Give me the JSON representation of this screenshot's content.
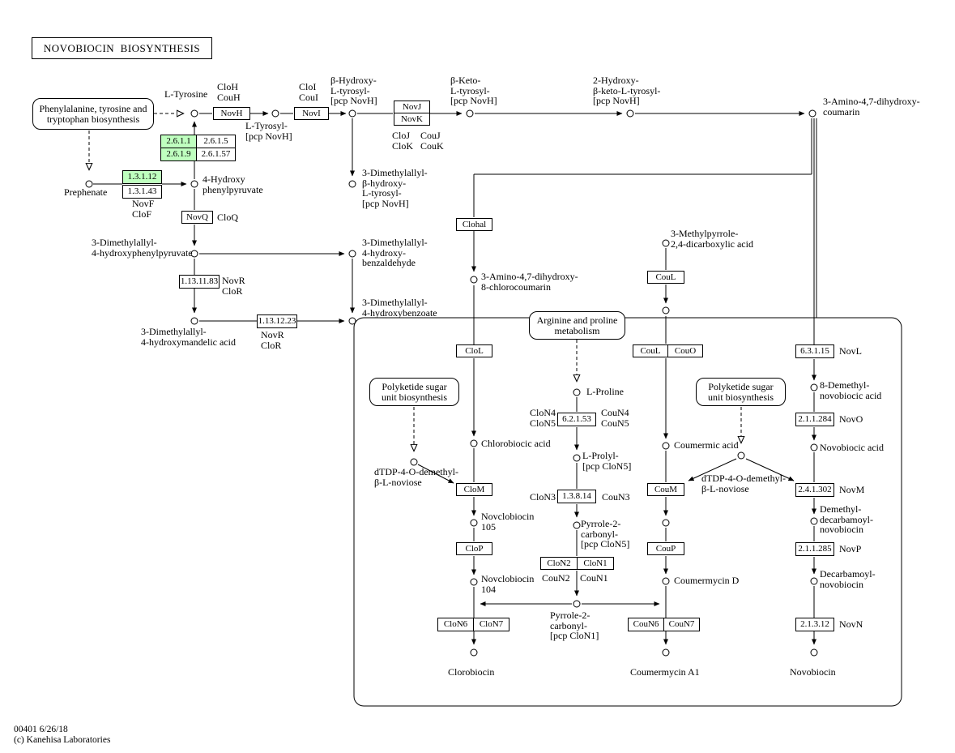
{
  "title": "NOVOBIOCIN  BIOSYNTHESIS",
  "footer": {
    "id_date": "00401 6/26/18",
    "copyright": "(c) Kanehisa Laboratories"
  },
  "colors": {
    "background": "#ffffff",
    "line": "#000000",
    "highlight_green": "#BFFFBF",
    "box_background": "#ffffff"
  },
  "highlighted_enzymes": [
    "2.6.1.1",
    "2.6.1.9",
    "1.3.1.12"
  ],
  "pathway_links": {
    "phe_trp": "Phenylalanine, tyrosine and\ntryptophan biosynthesis",
    "arg_pro": "Arginine and proline\nmetabolism",
    "polyketide_left": "Polyketide sugar\nunit biosynthesis",
    "polyketide_right": "Polyketide sugar\nunit biosynthesis"
  },
  "enzyme_boxes": {
    "novH": "NovH",
    "novI": "NovI",
    "novJ": "NovJ",
    "novK": "NovK",
    "ec_2_6_1_1": "2.6.1.1",
    "ec_2_6_1_5": "2.6.1.5",
    "ec_2_6_1_9": "2.6.1.9",
    "ec_2_6_1_57": "2.6.1.57",
    "ec_1_3_1_12": "1.3.1.12",
    "ec_1_3_1_43": "1.3.1.43",
    "novQ": "NovQ",
    "ec_1_13_11_83": "1.13.11.83",
    "ec_1_13_12_23": "1.13.12.23",
    "clohal": "Clohal",
    "couL_top": "CouL",
    "cloL": "CloL",
    "couL": "CouL",
    "couO": "CouO",
    "ec_6_3_1_15": "6.3.1.15",
    "ec_6_2_1_53": "6.2.1.53",
    "ec_2_1_1_284": "2.1.1.284",
    "cloM": "CloM",
    "couM": "CouM",
    "ec_2_4_1_302": "2.4.1.302",
    "ec_1_3_8_14": "1.3.8.14",
    "cloP": "CloP",
    "couP": "CouP",
    "ec_2_1_1_285": "2.1.1.285",
    "cloN2": "CloN2",
    "cloN1": "CloN1",
    "cloN6": "CloN6",
    "cloN7": "CloN7",
    "couN6": "CouN6",
    "couN7": "CouN7",
    "ec_2_1_3_12": "2.1.3.12"
  },
  "gene_labels": {
    "cloH_couH": "CloH\nCouH",
    "cloI_couI": "CloI\nCouI",
    "cloJ_cloK": "CloJ\nCloK",
    "couJ_couK": "CouJ\nCouK",
    "novF_cloF": "NovF\nCloF",
    "cloQ": "CloQ",
    "novR_cloR_1": "NovR\nCloR",
    "novR_cloR_2": "NovR\nCloR",
    "cloN4_cloN5": "CloN4\nCloN5",
    "couN4_couN5": "CouN4\nCouN5",
    "cloN3": "CloN3",
    "couN3": "CouN3",
    "couN2": "CouN2",
    "couN1": "CouN1",
    "novL": "NovL",
    "novO": "NovO",
    "novM": "NovM",
    "novP": "NovP",
    "novN": "NovN"
  },
  "compounds": {
    "l_tyrosine": "L-Tyrosine",
    "l_tyrosyl_pcp": "L-Tyrosyl-\n[pcp NovH]",
    "b_hydroxy_l_tyrosyl": "β-Hydroxy-\nL-tyrosyl-\n[pcp NovH]",
    "b_keto_l_tyrosyl": "β-Keto-\nL-tyrosyl-\n[pcp NovH]",
    "hydroxy_keto_l_tyrosyl": "2-Hydroxy-\nβ-keto-L-tyrosyl-\n[pcp NovH]",
    "amino_dihydroxy_coumarin": "3-Amino-4,7-dihydroxy-\ncoumarin",
    "prephenate": "Prephenate",
    "hydroxy_phenylpyruvate": "4-Hydroxy\nphenylpyruvate",
    "dma_hydroxyphenylpyruvate": "3-Dimethylallyl-\n4-hydroxyphenylpyruvate",
    "dma_b_hydroxy_l_tyrosyl": "3-Dimethylallyl-\nβ-hydroxy-\nL-tyrosyl-\n[pcp NovH]",
    "dma_hydroxy_benzaldehyde": "3-Dimethylallyl-\n4-hydroxy-\nbenzaldehyde",
    "dma_hydroxymandelic": "3-Dimethylallyl-\n4-hydroxymandelic acid",
    "dma_hydroxybenzoate": "3-Dimethylallyl-\n4-hydroxybenzoate",
    "amino_chlorocoumarin": "3-Amino-4,7-dihydroxy-\n8-chlorocoumarin",
    "methylpyrrole_dicarboxylic": "3-Methylpyrrole-\n2,4-dicarboxylic acid",
    "l_proline": "L-Proline",
    "demethyl_novobiocic": "8-Demethyl-\nnovobiocic acid",
    "chlorobiocic": "Chlorobiocic acid",
    "l_prolyl_pcp": "L-Prolyl-\n[pcp CloN5]",
    "coumermic": "Coumermic acid",
    "novobiocic": "Novobiocic acid",
    "dtdp_noviose_left": "dTDP-4-O-demethyl-\nβ-L-noviose",
    "dtdp_noviose_right": "dTDP-4-O-demethyl-\nβ-L-noviose",
    "novclobiocin_105": "Novclobiocin\n105",
    "pyrrole_carbonyl_cloN5": "Pyrrole-2-\ncarbonyl-\n[pcp CloN5]",
    "demethyl_decarbamoyl_novobiocin": "Demethyl-\ndecarbamoyl-\nnovobiocin",
    "novclobiocin_104": "Novclobiocin\n104",
    "coumermycin_D": "Coumermycin D",
    "decarbamoyl_novobiocin": "Decarbamoyl-\nnovobiocin",
    "pyrrole_carbonyl_cloN1": "Pyrrole-2-\ncarbonyl-\n[pcp CloN1]",
    "clorobiocin": "Clorobiocin",
    "coumermycin_A1": "Coumermycin A1",
    "novobiocin": "Novobiocin"
  }
}
